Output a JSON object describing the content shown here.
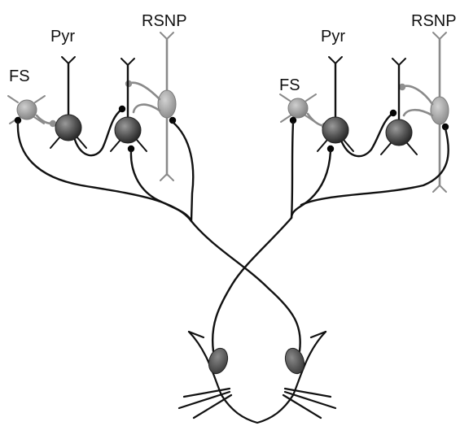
{
  "diagram": {
    "left_circuit": {
      "fs_label": "FS",
      "pyr_label": "Pyr",
      "rsnp_label": "RSNP"
    },
    "right_circuit": {
      "fs_label": "FS",
      "pyr_label": "Pyr",
      "rsnp_label": "RSNP"
    }
  },
  "colors": {
    "pyramidal_cell": "#555555",
    "fs_cell": "#9a9a9a",
    "rsnp_cell": "#a0a0a0",
    "axon": "#111111",
    "whisker_pad": "#555555"
  },
  "icons": [
    "pyramidal-neuron-icon",
    "fs-interneuron-icon",
    "rsnp-interneuron-icon",
    "whisker-pad-icon"
  ]
}
